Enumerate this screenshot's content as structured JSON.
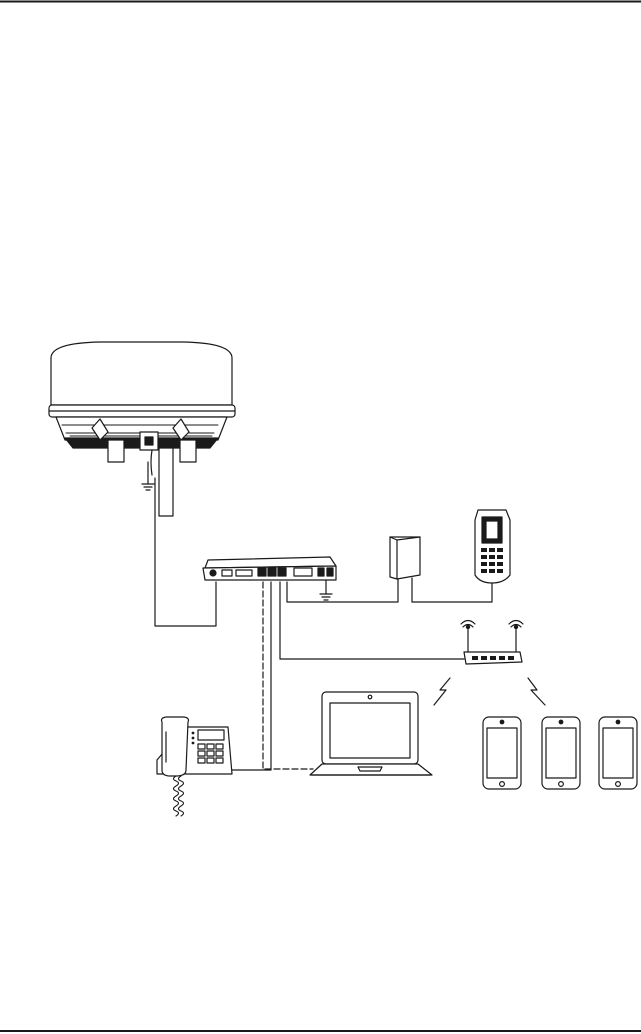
{
  "page": {
    "header_rule": true,
    "footer_rule": true
  },
  "diagram": {
    "nodes": [
      {
        "id": "antenna",
        "icon": "satellite-antenna-icon"
      },
      {
        "id": "antenna-ground",
        "icon": "ground-icon"
      },
      {
        "id": "terminal",
        "icon": "below-deck-unit-icon"
      },
      {
        "id": "terminal-ground",
        "icon": "ground-icon"
      },
      {
        "id": "adapter",
        "icon": "phone-adapter-box-icon"
      },
      {
        "id": "handset",
        "icon": "cordless-handset-icon"
      },
      {
        "id": "router",
        "icon": "wireless-router-icon"
      },
      {
        "id": "desk-phone",
        "icon": "desk-phone-icon"
      },
      {
        "id": "laptop",
        "icon": "laptop-icon"
      },
      {
        "id": "phone-1",
        "icon": "smartphone-icon"
      },
      {
        "id": "phone-2",
        "icon": "smartphone-icon"
      },
      {
        "id": "phone-3",
        "icon": "smartphone-icon"
      }
    ],
    "links": [
      {
        "from": "antenna",
        "to": "terminal",
        "style": "solid"
      },
      {
        "from": "terminal",
        "to": "adapter",
        "style": "solid"
      },
      {
        "from": "adapter",
        "to": "handset",
        "style": "solid"
      },
      {
        "from": "terminal",
        "to": "router",
        "style": "solid"
      },
      {
        "from": "terminal",
        "to": "desk-phone",
        "style": "solid"
      },
      {
        "from": "terminal",
        "to": "laptop",
        "style": "dashed"
      },
      {
        "from": "router",
        "to": "laptop",
        "style": "wireless"
      },
      {
        "from": "router",
        "to": "phone-1",
        "style": "wireless"
      }
    ],
    "colors": {
      "line": "#1a1a1a",
      "fill": "#ffffff",
      "shade": "#d9d9d9",
      "dark": "#1a1a1a"
    }
  }
}
